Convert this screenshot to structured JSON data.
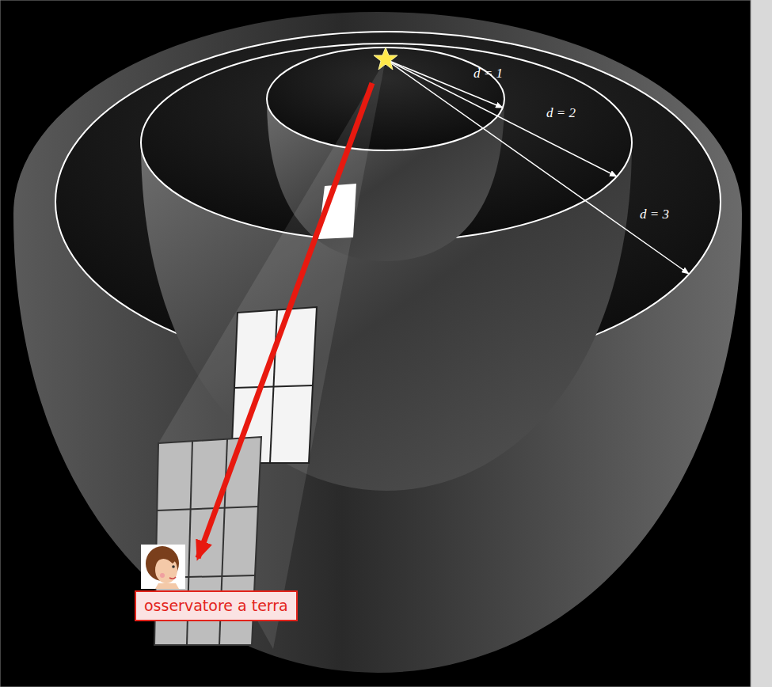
{
  "diagram": {
    "nodes": [
      {
        "text": [
          "osservatore a terra"
        ]
      }
    ],
    "labels": [
      "d = 1",
      "d = 2",
      "d = 3"
    ]
  }
}
